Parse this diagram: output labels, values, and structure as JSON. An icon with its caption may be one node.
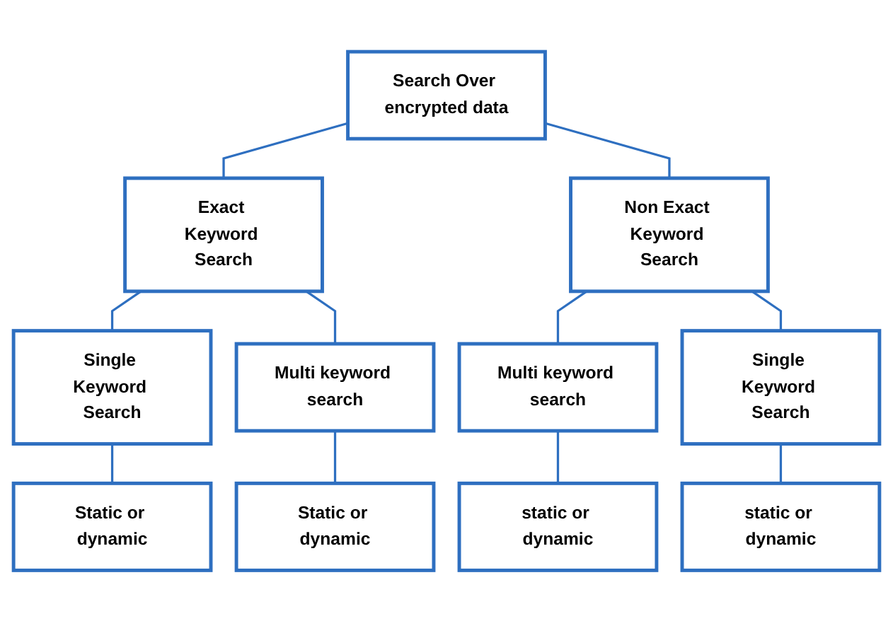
{
  "diagram": {
    "nodes": [
      {
        "text": [
          "Search Over encrypted data"
        ]
      },
      {
        "text": [
          "Exact Keyword Search"
        ]
      },
      {
        "text": [
          "Non Exact Keyword Search"
        ]
      },
      {
        "text": [
          "Single Keyword Search"
        ]
      },
      {
        "text": [
          "Multi keyword search"
        ]
      },
      {
        "text": [
          "Multi keyword search"
        ]
      },
      {
        "text": [
          "Single Keyword Search"
        ]
      },
      {
        "text": [
          "Static or dynamic"
        ]
      },
      {
        "text": [
          "Static or dynamic"
        ]
      },
      {
        "text": [
          "static or dynamic"
        ]
      },
      {
        "text": [
          "static or dynamic"
        ]
      }
    ],
    "edges": [
      {
        "from": 0,
        "to": 1,
        "arrow": "none"
      },
      {
        "from": 0,
        "to": 2,
        "arrow": "none"
      },
      {
        "from": 1,
        "to": 3,
        "arrow": "none"
      },
      {
        "from": 1,
        "to": 4,
        "arrow": "none"
      },
      {
        "from": 2,
        "to": 5,
        "arrow": "none"
      },
      {
        "from": 2,
        "to": 6,
        "arrow": "none"
      },
      {
        "from": 3,
        "to": 7,
        "arrow": "none"
      },
      {
        "from": 4,
        "to": 8,
        "arrow": "none"
      },
      {
        "from": 5,
        "to": 9,
        "arrow": "none"
      },
      {
        "from": 6,
        "to": 10,
        "arrow": "none"
      }
    ]
  }
}
